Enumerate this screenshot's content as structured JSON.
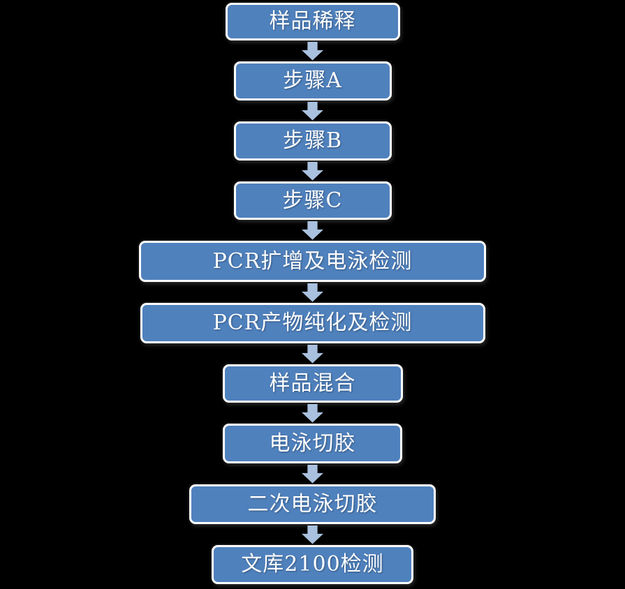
{
  "diagram": {
    "type": "flowchart",
    "direction": "top-down",
    "steps": [
      {
        "label": "样品稀释"
      },
      {
        "label": "步骤A"
      },
      {
        "label": "步骤B"
      },
      {
        "label": "步骤C"
      },
      {
        "label": "PCR扩增及电泳检测"
      },
      {
        "label": "PCR产物纯化及检测"
      },
      {
        "label": "样品混合"
      },
      {
        "label": "电泳切胶"
      },
      {
        "label": "二次电泳切胶"
      },
      {
        "label": "文库2100检测"
      }
    ],
    "connector": "block-down-arrow",
    "colors": {
      "box_fill": "#4f81bd",
      "box_border": "#fefefe",
      "arrow_fill": "#a9c1de",
      "text": "#ffffff",
      "background": "#000000"
    }
  }
}
